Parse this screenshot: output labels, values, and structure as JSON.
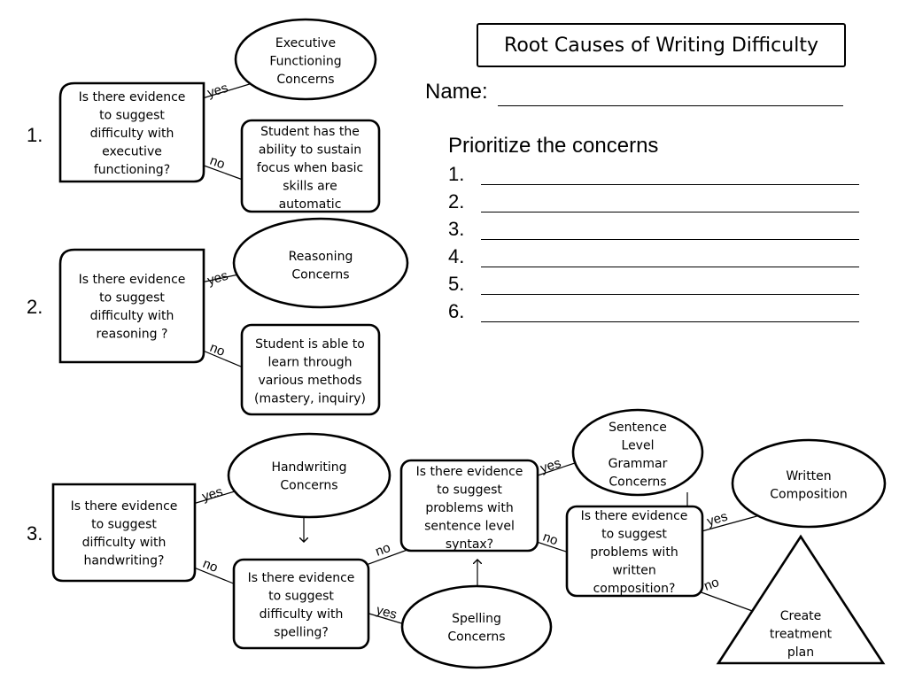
{
  "title": "Root Causes of Writing Difficulty",
  "name_label": "Name: ",
  "prioritize": {
    "heading": "Prioritize the concerns",
    "items": [
      "1.",
      "2.",
      "3.",
      "4.",
      "5.",
      "6."
    ]
  },
  "sections": [
    "1.",
    "2.",
    "3."
  ],
  "edge_labels": {
    "yes": "yes",
    "no": "no"
  },
  "nodes": {
    "q_exec": [
      "Is there evidence",
      "to suggest",
      "difficulty with",
      "executive",
      "functioning?"
    ],
    "exec_concerns": [
      "Executive",
      "Functioning",
      "Concerns"
    ],
    "sustain_focus": [
      "Student  has the",
      "ability to sustain",
      "focus when basic",
      "skills are",
      "automatic"
    ],
    "q_reasoning": [
      "Is there evidence",
      "to suggest",
      "difficulty with",
      "reasoning ?"
    ],
    "reasoning_concerns": [
      "Reasoning",
      "Concerns"
    ],
    "learn_methods": [
      "Student is able to",
      "learn through",
      "various methods",
      "(mastery, inquiry)"
    ],
    "q_handwriting": [
      "Is there evidence",
      "to suggest",
      "difficulty with",
      "handwriting?"
    ],
    "handwriting_concerns": [
      "Handwriting",
      "Concerns"
    ],
    "q_spelling": [
      "Is there evidence",
      "to suggest",
      "difficulty with",
      "spelling?"
    ],
    "spelling_concerns": [
      "Spelling",
      "Concerns"
    ],
    "q_syntax": [
      "Is there evidence",
      "to suggest",
      "problems with",
      "sentence level",
      "syntax?"
    ],
    "grammar_concerns": [
      "Sentence",
      "Level",
      "Grammar",
      "Concerns"
    ],
    "q_composition": [
      "Is there evidence",
      "to suggest",
      "problems  with",
      "written",
      "composition?"
    ],
    "written_composition": [
      "Written",
      "Composition"
    ],
    "treatment_plan": [
      "Create",
      "treatment",
      "plan"
    ]
  }
}
